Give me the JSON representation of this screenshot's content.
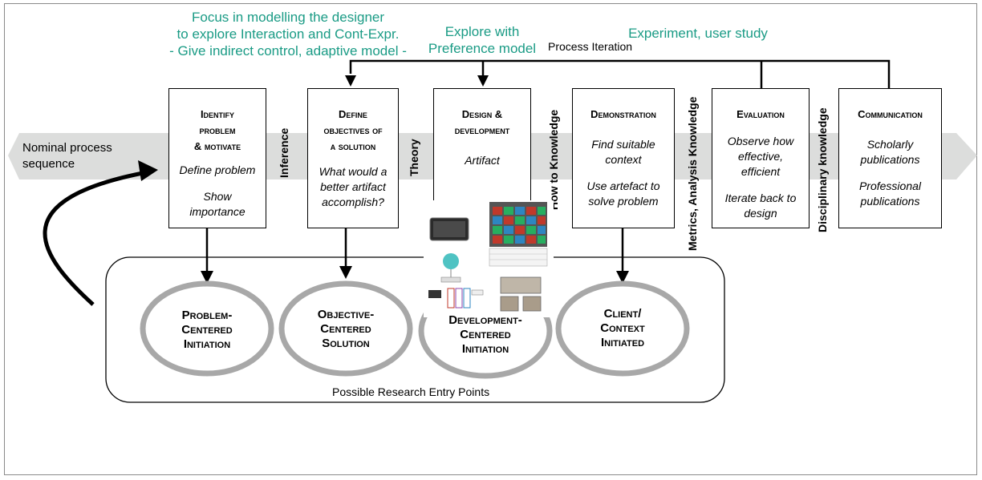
{
  "annotations": {
    "focus_line1": "Focus in modelling the designer",
    "focus_line2": "to explore Interaction and Cont-Expr.",
    "focus_line3": "- Give indirect control, adaptive model -",
    "explore_line1": "Explore with",
    "explore_line2": "Preference model",
    "experiment": "Experiment, user study",
    "process_iteration": "Process Iteration"
  },
  "band": {
    "line1": "Nominal process",
    "line2": "sequence"
  },
  "boxes": [
    {
      "title1": "Identify",
      "title2": "problem",
      "title3": "& motivate",
      "body1": "Define problem",
      "body2": "Show importance"
    },
    {
      "title1": "Define",
      "title2": "objectives of",
      "title3": "a solution",
      "body1": "What would a better artifact accomplish?",
      "body2": ""
    },
    {
      "title1": "Design &",
      "title2": "development",
      "title3": "",
      "body1": "Artifact",
      "body2": ""
    },
    {
      "title1": "Demonstration",
      "title2": "",
      "title3": "",
      "body1": "Find suitable context",
      "body2": "Use artefact to solve problem"
    },
    {
      "title1": "Evaluation",
      "title2": "",
      "title3": "",
      "body1": "Observe how effective, efficient",
      "body2": "Iterate back to design"
    },
    {
      "title1": "Communication",
      "title2": "",
      "title3": "",
      "body1": "Scholarly publications",
      "body2": "Professional publications"
    }
  ],
  "connectors": {
    "inference": "Inference",
    "theory": "Theory",
    "how_to_knowledge": "How to Knowledge",
    "metrics": "Metrics, Analysis Knowledge",
    "disciplinary": "Disciplinary knowledge"
  },
  "entry_points": {
    "caption": "Possible Research Entry Points",
    "items": [
      {
        "line1": "Problem-",
        "line2": "Centered",
        "line3": "Initiation"
      },
      {
        "line1": "Objective-",
        "line2": "Centered",
        "line3": "Solution"
      },
      {
        "line1": "Development-",
        "line2": "Centered",
        "line3": "Initiation"
      },
      {
        "line1": "Client/",
        "line2": "Context",
        "line3": "Initiated"
      }
    ]
  },
  "colors": {
    "annotation": "#1a9b85",
    "band": "#dcdddc",
    "circle": "#a8a8a8"
  }
}
